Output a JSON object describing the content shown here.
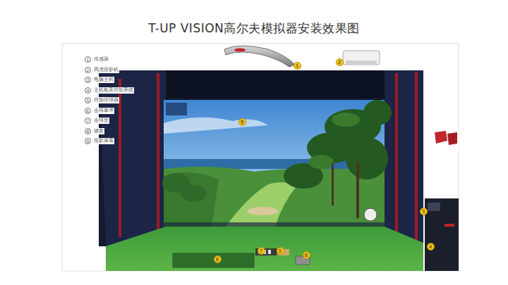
{
  "diagram": {
    "title": "T-UP  VISION高尔夫模拟器安装效果图",
    "labels": [
      "1",
      "传感器",
      "2",
      "高清投影机",
      "3",
      "电脑主机",
      "4",
      "主机柜及控制系统",
      "5",
      "自动供球器",
      "6",
      "击球草坪",
      "7",
      "击球垫",
      "8",
      "键盘",
      "9",
      "投影屏幕",
      "1",
      "2",
      "3",
      "4",
      "5",
      "6",
      "7",
      "8",
      "9"
    ]
  }
}
